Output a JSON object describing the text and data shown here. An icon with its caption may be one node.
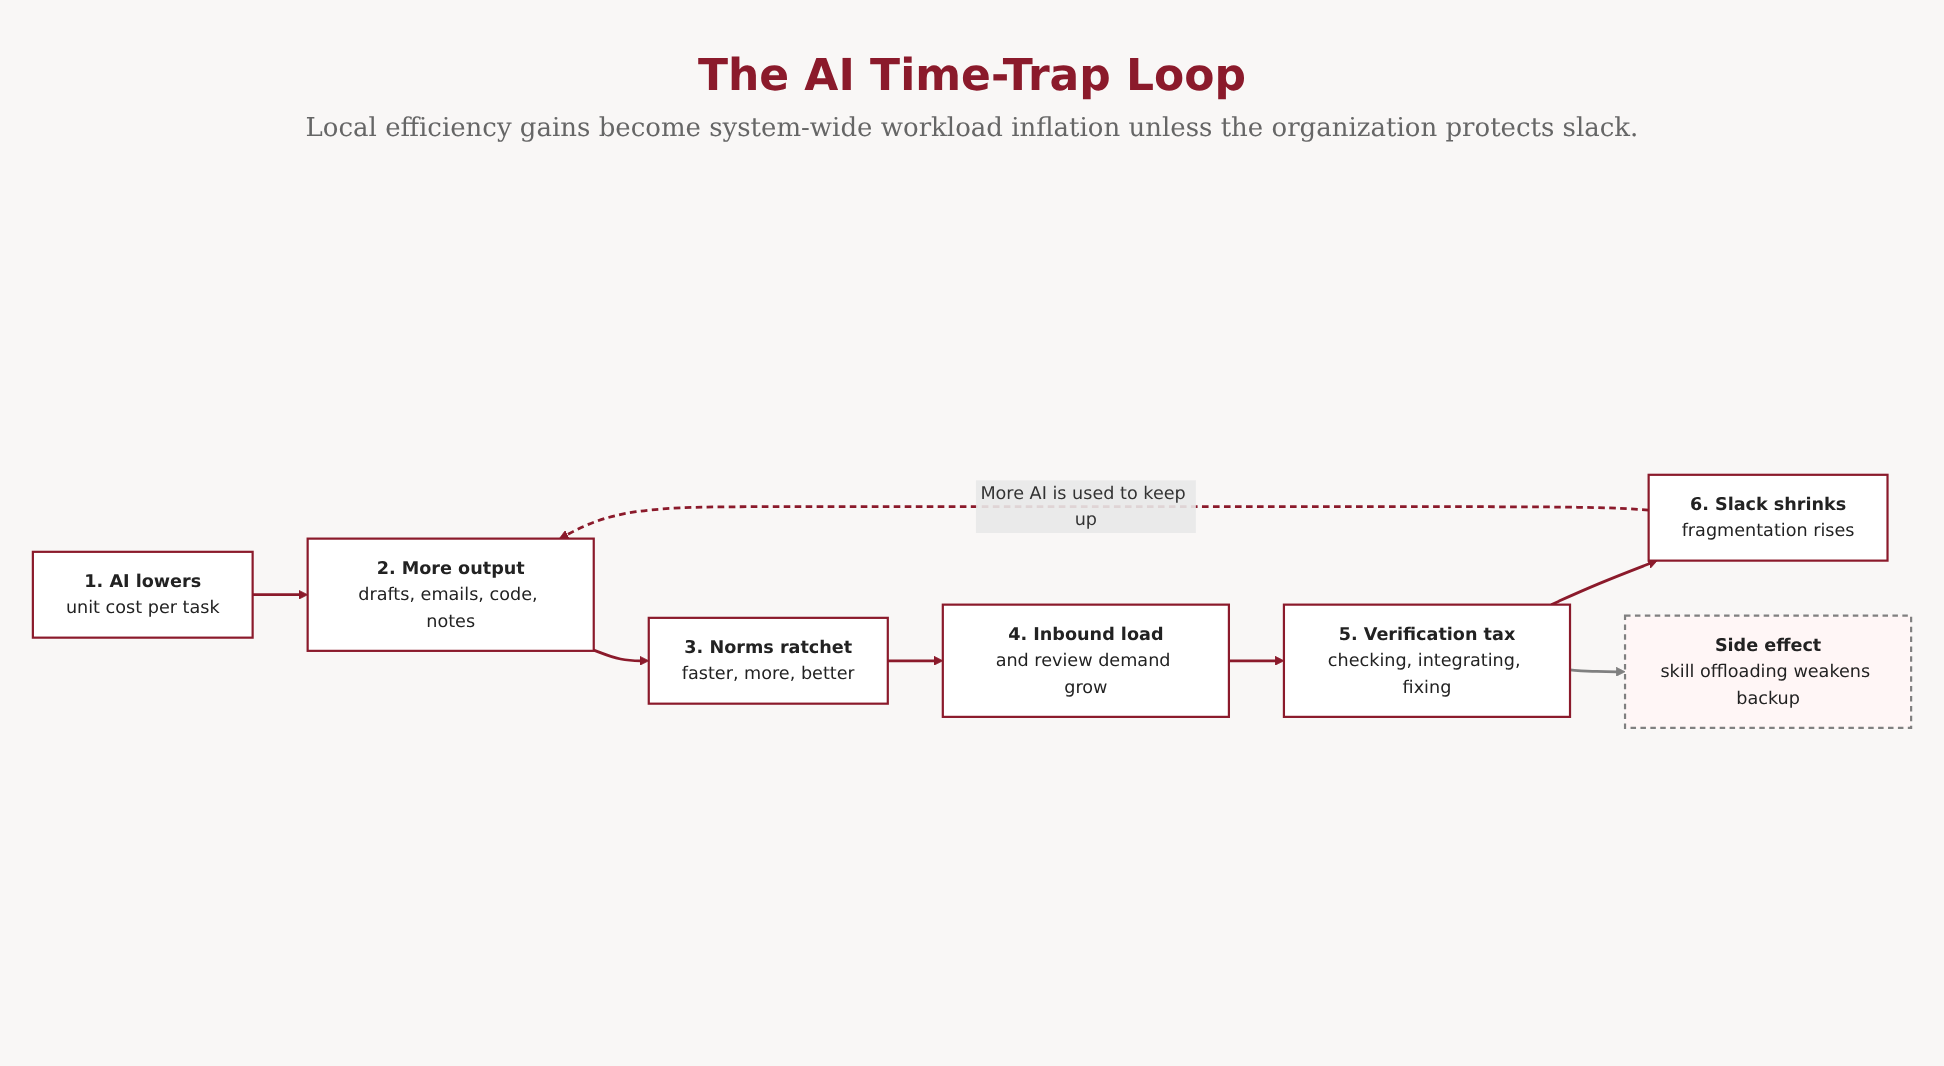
{
  "diagram": {
    "title": "The AI Time-Trap Loop",
    "nodes": [
      {
        "text": [
          "1. AI lowers",
          "unit cost per task"
        ]
      },
      {
        "text": [
          "2. More output",
          "drafts, emails, code, notes"
        ]
      },
      {
        "text": [
          "3. Norms ratchet",
          "faster, more, better"
        ]
      },
      {
        "text": [
          "4. Inbound load",
          "and review demand grow"
        ]
      },
      {
        "text": [
          "5. Verification tax",
          "checking, integrating, fixing"
        ]
      },
      {
        "text": [
          "6. Slack shrinks",
          "fragmentation rises"
        ]
      },
      {
        "text": [
          "Side effect",
          "skill offloading weakens backup"
        ]
      }
    ],
    "edges": [
      {
        "from": 0,
        "to": 1,
        "arrow": "to"
      },
      {
        "from": 1,
        "to": 2,
        "arrow": "to"
      },
      {
        "from": 2,
        "to": 3,
        "arrow": "to"
      },
      {
        "from": 3,
        "to": 4,
        "arrow": "to"
      },
      {
        "from": 4,
        "to": 5,
        "arrow": "to"
      },
      {
        "from": 5,
        "to": 1,
        "arrow": "to",
        "label": "More AI is used to keep up",
        "style": "dashed"
      },
      {
        "from": 4,
        "to": 6,
        "arrow": "to",
        "color": "#808080"
      }
    ],
    "labels": [
      "Local efficiency gains become system-wide workload inflation unless the organization protects slack."
    ]
  }
}
